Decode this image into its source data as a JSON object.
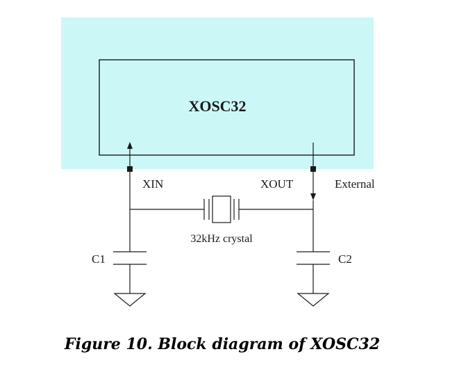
{
  "diagram": {
    "block_label": "XOSC32",
    "pins": {
      "xin": "XIN",
      "xout": "XOUT",
      "external": "External"
    },
    "crystal_label": "32kHz crystal",
    "capacitors": {
      "c1": "C1",
      "c2": "C2"
    },
    "colors": {
      "domain_fill": "#ccf7f7",
      "line": "#1a1a1a"
    }
  },
  "caption": "Figure 10. Block diagram of XOSC32"
}
